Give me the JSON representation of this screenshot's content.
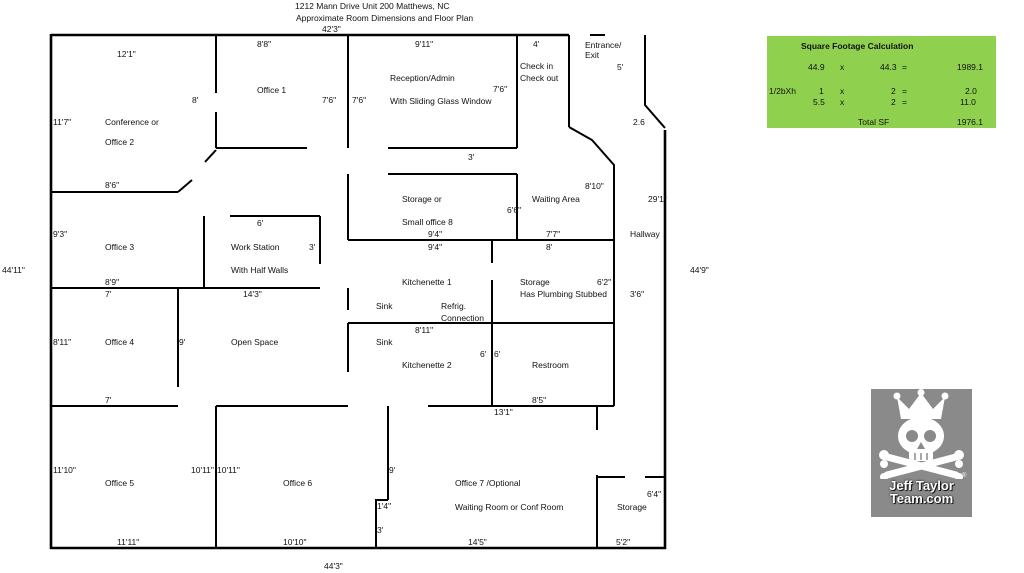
{
  "header": {
    "line1": "1212 Mann Drive Unit 200 Matthews, NC",
    "line2": "Approximate Room Dimensions and Floor Plan",
    "top_width": "42'3\""
  },
  "dims": {
    "bottom_width": "44'3\"",
    "left_height": "44'11\"",
    "right_height": "44'9\"",
    "hall_right": "29'1\"",
    "d_12_1": "12'1\"",
    "d_8_top": "8'",
    "d_11_7": "11'7\"",
    "d_8_6": "8'6\"",
    "d_8_8": "8'8\"",
    "d_7_6_a": "7'6\"",
    "d_7_6_b": "7'6\"",
    "d_9_11": "9'11\"",
    "d_7_6_c": "7'6\"",
    "d_4": "4'",
    "d_5": "5'",
    "d_2_6": "2.6",
    "d_3_a": "3'",
    "d_8_10": "8'10\"",
    "d_6_6": "6'6\"",
    "d_9_4_a": "9'4\"",
    "d_7_7": "7'7\"",
    "d_9_4_b": "9'4\"",
    "d_8_a": "8'",
    "d_9_3": "9'3\"",
    "d_6_a": "6'",
    "d_3_b": "3'",
    "d_8_9": "8'9\"",
    "d_7_a": "7'",
    "d_14_3": "14'3\"",
    "d_6_2": "6'2\"",
    "d_3_6": "3'6\"",
    "d_8_11_a": "8'11\"",
    "d_9": "9'",
    "d_8_11_b": "8'11\"",
    "d_6_b": "6'",
    "d_6_c": "6'",
    "d_7_b": "7'",
    "d_13_1": "13'1\"",
    "d_8_5": "8'5\"",
    "d_11_10": "11'10\"",
    "d_10_11_a": "10'11\"",
    "d_10_11_b": "10'11\"",
    "d_9_b": "9'",
    "d_1_4": "1'4\"",
    "d_3_c": "3'",
    "d_6_4": "6'4\"",
    "d_11_11": "11'11\"",
    "d_10_10": "10'10\"",
    "d_14_5": "14'5\"",
    "d_5_2": "5'2\""
  },
  "rooms": {
    "conference_a": "Conference or",
    "conference_b": "Office 2",
    "office1": "Office 1",
    "reception_a": "Reception/Admin",
    "reception_b": "With Sliding Glass Window",
    "checkin_a": "Check in",
    "checkin_b": "Check out",
    "entrance_a": "Entrance/",
    "entrance_b": "Exit",
    "storage_a": "Storage or",
    "storage_b": "Small office 8",
    "waiting": "Waiting Area",
    "hallway": "Hallway",
    "office3": "Office 3",
    "workstation_a": "Work Station",
    "workstation_b": "With Half Walls",
    "kitchenette1": "Kitchenette 1",
    "storage_plumb_a": "Storage",
    "storage_plumb_b": "Has Plumbing Stubbed",
    "sink1": "Sink",
    "refrig_a": "Refrig.",
    "refrig_b": "Connection",
    "office4": "Office 4",
    "open_space": "Open Space",
    "sink2": "Sink",
    "kitchenette2": "Kitchenette 2",
    "restroom": "Restroom",
    "office5": "Office 5",
    "office6": "Office 6",
    "office7_a": "Office 7 /Optional",
    "office7_b": "Waiting Room or Conf Room",
    "storage_small": "Storage"
  },
  "sqft": {
    "title": "Square Footage Calculation",
    "r1_a": "44.9",
    "r1_op": "x",
    "r1_b": "44.3",
    "r1_eq": "=",
    "r1_v": "1989.1",
    "r2_label": "1/2bXh",
    "r2_a": "1",
    "r2_op": "x",
    "r2_b": "2",
    "r2_eq": "=",
    "r2_v": "2.0",
    "r3_a": "5.5",
    "r3_op": "x",
    "r3_b": "2",
    "r3_eq": "=",
    "r3_v": "11.0",
    "total_label": "Total SF",
    "total_v": "1976.1",
    "bg_color": "#8fd14f"
  },
  "logo": {
    "line1": "Jeff Taylor",
    "line2": "Team.com",
    "registered": "®",
    "icon": "skull-crossbones-crown-icon",
    "bg_color": "#8a8a8a"
  }
}
